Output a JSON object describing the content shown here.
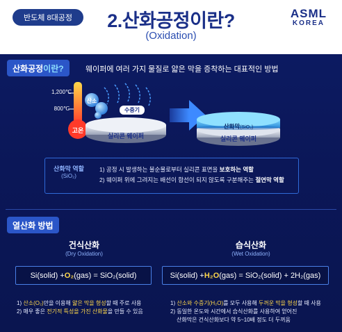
{
  "header": {
    "tag": "반도체 8대공정",
    "title": "2.산화공정이란?",
    "subtitle": "(Oxidation)",
    "logo_line1": "ASML",
    "logo_line2": "KOREA"
  },
  "section1": {
    "label_main": "산화공정",
    "label_rest": "이란?",
    "description": "웨이퍼에 여러 가지 물질로 얇은 막을 증착하는 대표적인 방법"
  },
  "diagram": {
    "temp_high": "1,200℃",
    "temp_low": "800℃",
    "heat_label": "고온",
    "oxygen_label": "산소",
    "vapor_label": "수증기",
    "wafer_left": "실리콘 웨이퍼",
    "oxide_film": "산화막",
    "oxide_formula": "(SiO₂)",
    "wafer_right": "실리콘 웨이퍼"
  },
  "oxide_role": {
    "title": "산화막 역할",
    "formula": "(SiO₂)",
    "line1_a": "1) 공정 시 발생하는 불순물로부터 실리콘 표면을 ",
    "line1_b": "보호하는 역할",
    "line2_a": "2) 웨이퍼 위에 그려지는 배선이 합선이 되지 않도록 구분해주는 ",
    "line2_b": "절연막 역할"
  },
  "section2": {
    "label": "열산화 방법"
  },
  "dry": {
    "title": "건식산화",
    "subtitle": "(Dry Oxidation)",
    "eq_a": "Si(solid) + ",
    "eq_b": "O₂",
    "eq_c": "(gas) = SiO₂(solid)",
    "b1_a": "1) ",
    "b1_b": "산소(O₂)",
    "b1_c": "만을 이용해 ",
    "b1_d": "얇은 막을 형성",
    "b1_e": "할 때 주로 사용",
    "b2_a": "2) 매우 좋은 ",
    "b2_b": "전기적 특성을 가진 산화물",
    "b2_c": "을 만들 수 있음"
  },
  "wet": {
    "title": "습식산화",
    "subtitle": "(Wet Oxidation)",
    "eq_a": "Si(solid) + ",
    "eq_b": "H₂O",
    "eq_c": "(gas) = SiO₂(solid) + 2H₂(gas)",
    "b1_a": "1) ",
    "b1_b": "산소와 수증기(H₂O)",
    "b1_c": "를 모두 사용해 ",
    "b1_d": "두꺼운 막을 형성",
    "b1_e": "할 때 사용",
    "b2": "2) 동일한 온도와 시간에서 습식산화를 사용하여 얻어진",
    "b3": "산화막은 건식산화보다 약 5~10배 정도 더 두꺼움"
  }
}
